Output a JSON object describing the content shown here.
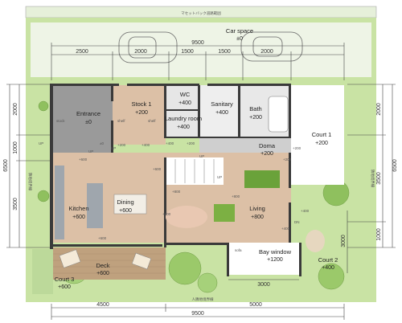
{
  "top_note": "マセットバック道路範囲",
  "car_space": {
    "name": "Car space",
    "level": "±0"
  },
  "top_dims": {
    "total": "9500",
    "parts": [
      "2500",
      "2000",
      "1500",
      "1500",
      "2000"
    ]
  },
  "bottom_dims": {
    "total": "9500",
    "parts": [
      "4500",
      "5000"
    ],
    "bay": "3000"
  },
  "left_dims": {
    "total": "6500",
    "parts": [
      "2000",
      "1000",
      "3500"
    ]
  },
  "right_dims": {
    "total": "6500",
    "parts": [
      "2000",
      "3500",
      "1000"
    ],
    "court2": "3000"
  },
  "bottom_note": "人隣地境界線",
  "left_note": "隣地境界線",
  "right_note": "隣地境界線",
  "rooms": [
    {
      "name": "Entrance",
      "level": "±0"
    },
    {
      "name": "Stock 1",
      "level": "+200"
    },
    {
      "name": "WC",
      "level": "+400"
    },
    {
      "name": "Laundry room",
      "level": "+400"
    },
    {
      "name": "Sanitary",
      "level": "+400"
    },
    {
      "name": "Bath",
      "level": "+200"
    },
    {
      "name": "Court 1",
      "level": "+200"
    },
    {
      "name": "Doma",
      "level": "+200"
    },
    {
      "name": "Kitchen",
      "level": "+600"
    },
    {
      "name": "Dining",
      "level": "+600"
    },
    {
      "name": "Living",
      "level": "+800"
    },
    {
      "name": "Bay window",
      "level": "+1200"
    },
    {
      "name": "Deck",
      "level": "+600"
    },
    {
      "name": "Court 3",
      "level": "+600"
    },
    {
      "name": "Court 2",
      "level": "+400"
    }
  ],
  "labels": {
    "stock": "stock",
    "shelf_left": "shelf",
    "shelf_right": "shelf",
    "sofa": "sofa",
    "dn": "DN",
    "up_marks": [
      "UP",
      "UP",
      "UP",
      "UP",
      "UP"
    ],
    "small_levels": [
      "±0",
      "+200",
      "+400",
      "+600",
      "+400",
      "+200",
      "+600",
      "+800",
      "+800",
      "+600",
      "+200",
      "+400",
      "+400",
      "+600",
      "+200"
    ]
  },
  "colors": {
    "lawn": "#c9e3a4",
    "lawn_dark": "#a9cf7a",
    "floor": "#dcc0a6",
    "entrance": "#9a9a9a",
    "wall": "#3a3a3a",
    "counter": "#9fa6ad",
    "sofa": "#6aa23a",
    "deck": "#bfa17e"
  }
}
